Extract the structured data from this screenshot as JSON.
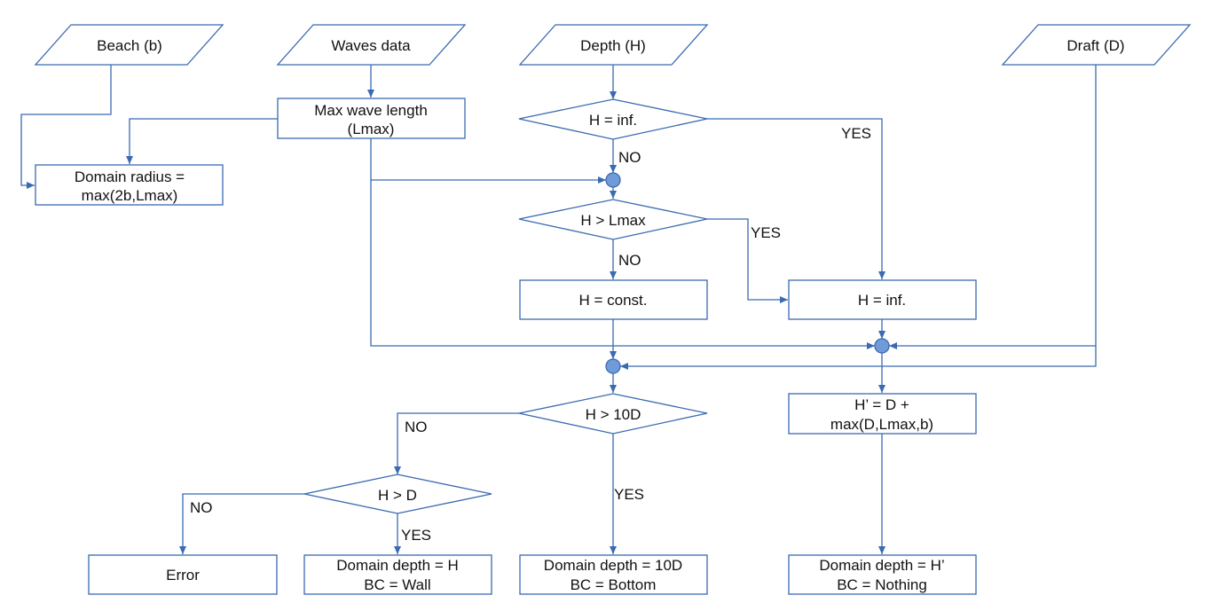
{
  "inputs": {
    "beach": "Beach (b)",
    "waves": "Waves data",
    "depth": "Depth (H)",
    "draft": "Draft (D)"
  },
  "process": {
    "max_wave_line1": "Max wave length",
    "max_wave_line2": "(Lmax)",
    "domain_radius_line1": "Domain radius =",
    "domain_radius_line2": "max(2b,Lmax)",
    "h_const": "H = const.",
    "h_inf": "H = inf.",
    "h_prime_line1": "H’ = D +",
    "h_prime_line2": "max(D,Lmax,b)"
  },
  "decisions": {
    "h_eq_inf": "H = inf.",
    "h_gt_lmax": "H > Lmax",
    "h_gt_10d": "H > 10D",
    "h_gt_d": "H > D"
  },
  "outputs": {
    "error": "Error",
    "wall_line1": "Domain depth = H",
    "wall_line2": "BC = Wall",
    "bottom_line1": "Domain depth = 10D",
    "bottom_line2": "BC = Bottom",
    "nothing_line1": "Domain depth = H’",
    "nothing_line2": "BC = Nothing"
  },
  "edge_labels": {
    "inf_yes": "YES",
    "inf_no": "NO",
    "lmax_yes": "YES",
    "lmax_no": "NO",
    "tenD_no": "NO",
    "tenD_yes": "YES",
    "d_no": "NO",
    "d_yes": "YES"
  },
  "colors": {
    "stroke": "#3a6ab1",
    "junction_fill": "#6f9bd8"
  }
}
